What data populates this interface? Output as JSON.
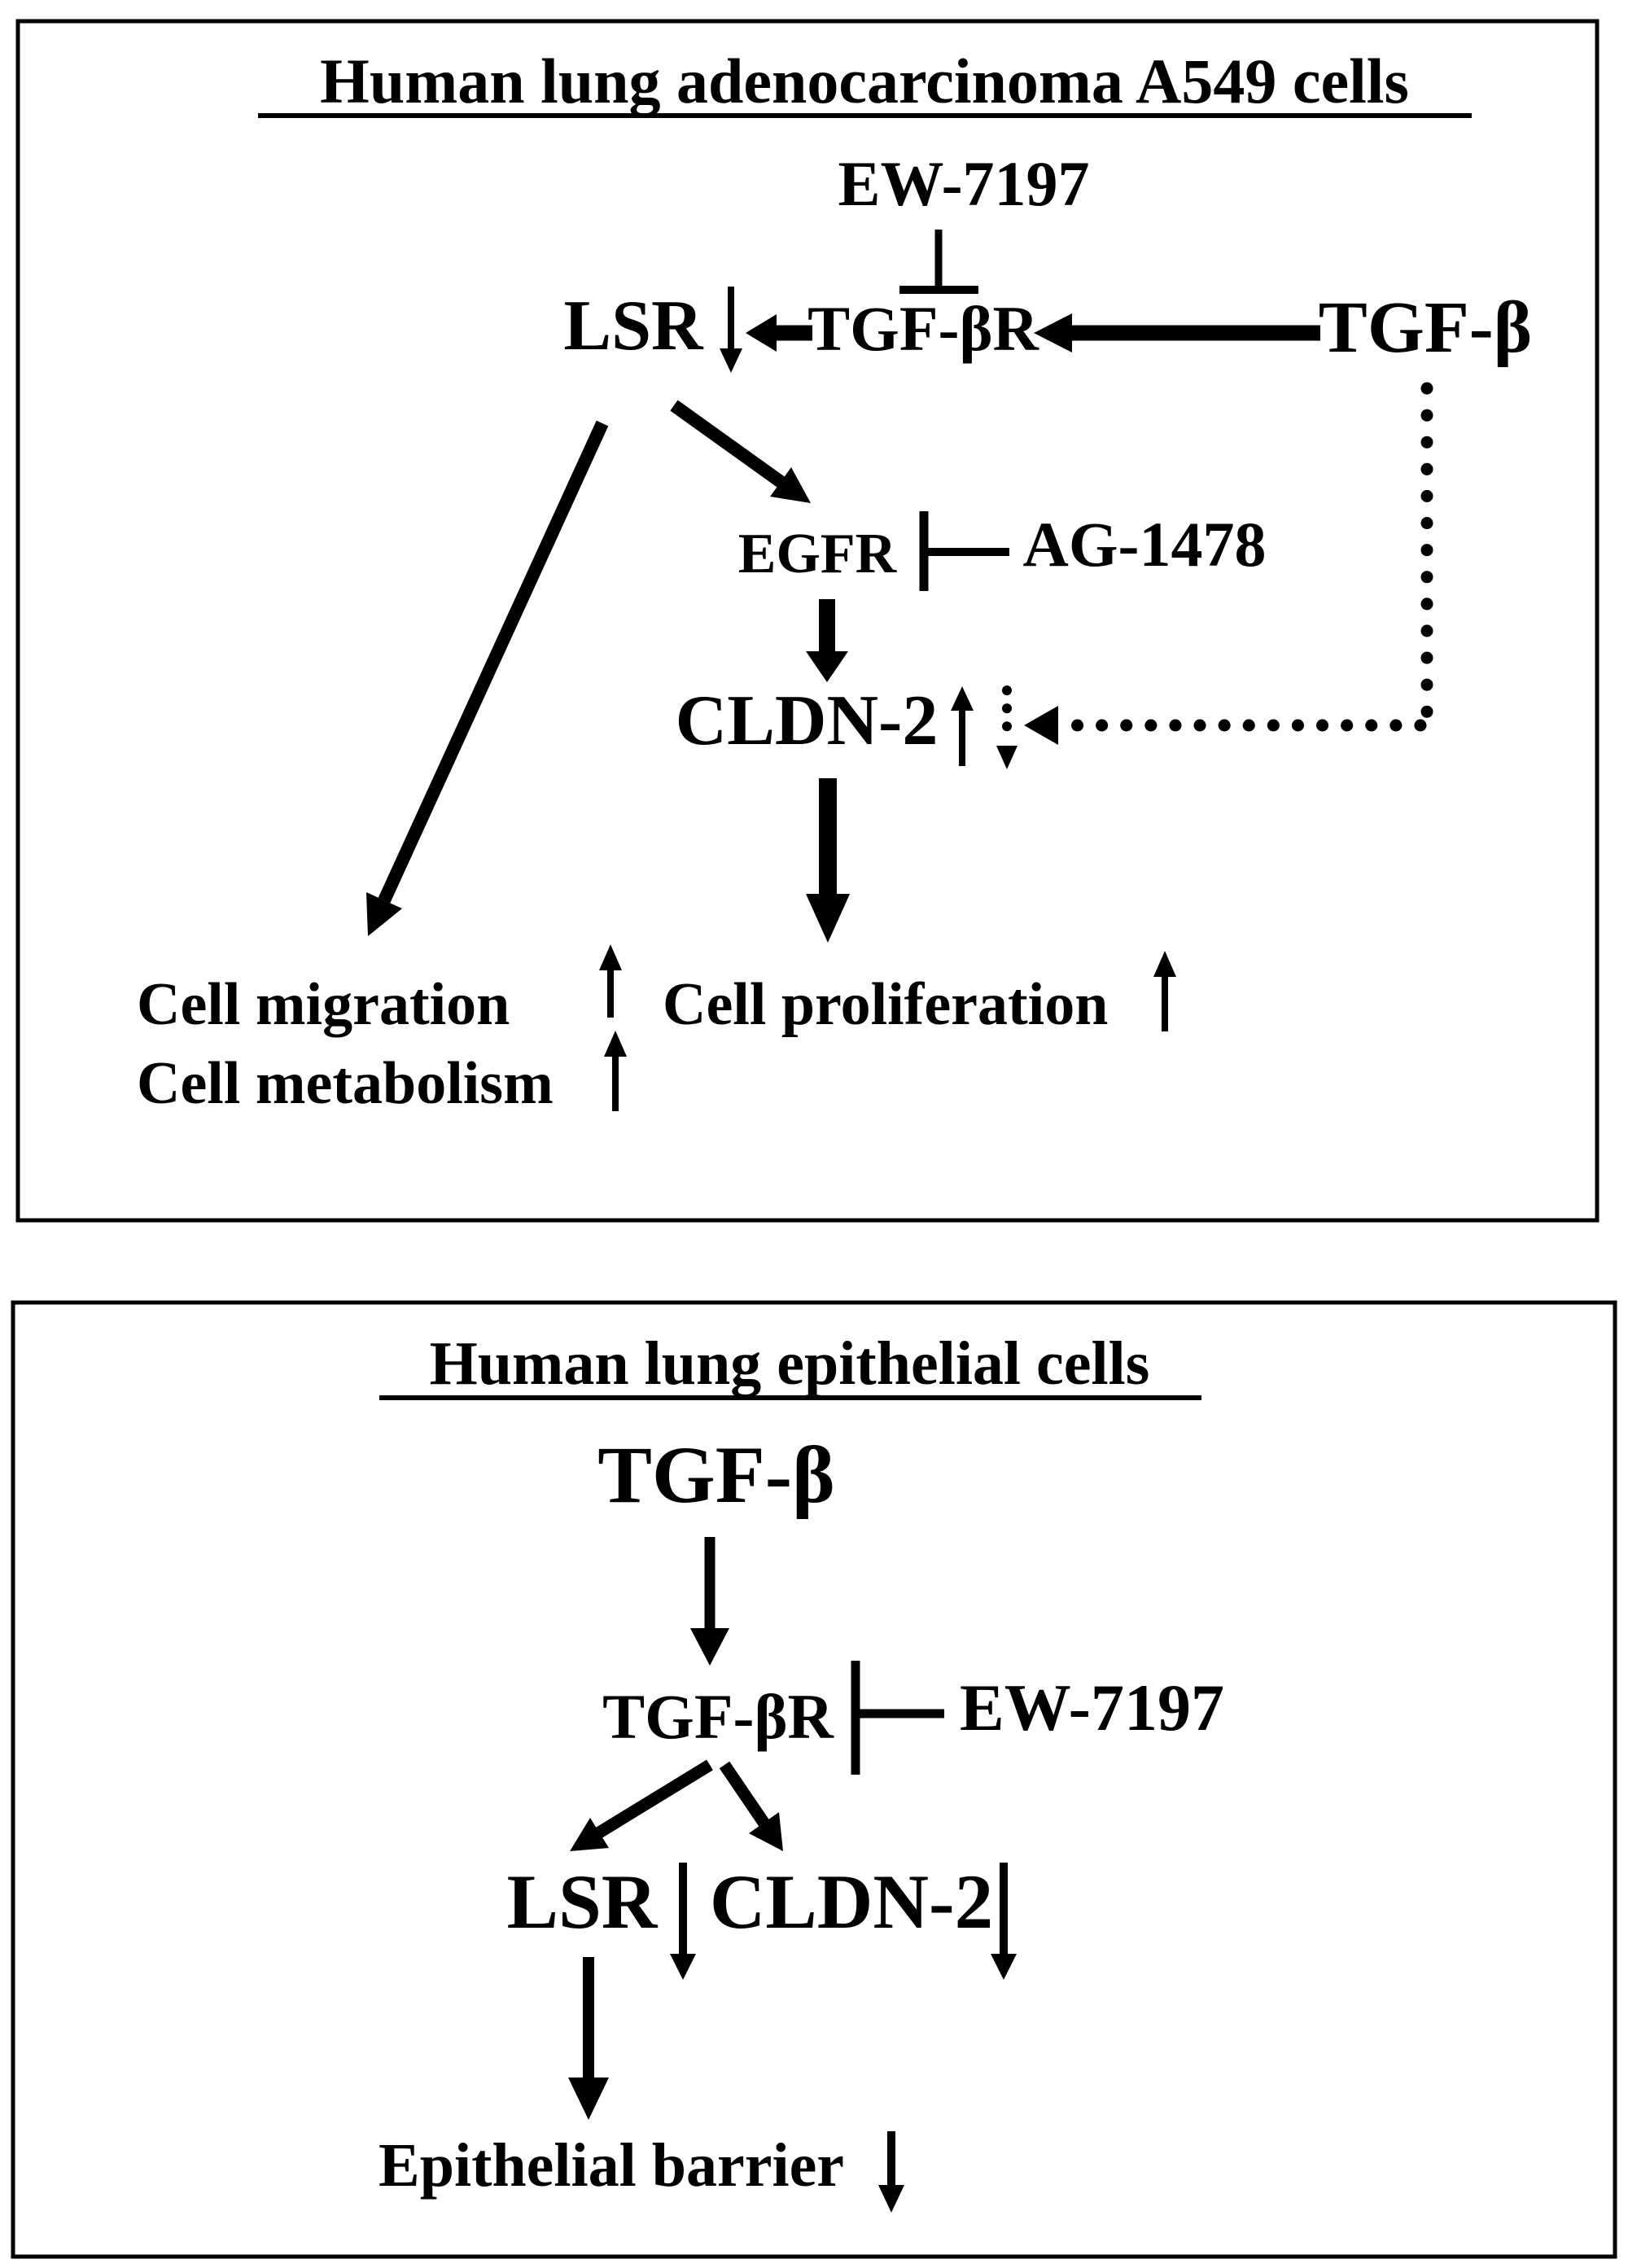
{
  "colors": {
    "ink": "#000000",
    "background": "#ffffff"
  },
  "panel1": {
    "title": "Human lung adenocarcinoma A549 cells",
    "nodes": {
      "ew7197": "EW-7197",
      "lsr": "LSR",
      "tgfbr": "TGF-βR",
      "tgfb": "TGF-β",
      "egfr": "EGFR",
      "ag1478": "AG-1478",
      "cldn2": "CLDN-2",
      "cell_migration": "Cell migration",
      "cell_metabolism": "Cell metabolism",
      "cell_proliferation": "Cell proliferation"
    },
    "indicators": [
      {
        "node": "LSR",
        "direction": "down",
        "style": "solid"
      },
      {
        "node": "CLDN-2",
        "direction": "up",
        "style": "solid"
      },
      {
        "node": "CLDN-2",
        "direction": "down",
        "style": "dotted"
      },
      {
        "node": "Cell migration",
        "direction": "up",
        "style": "solid"
      },
      {
        "node": "Cell metabolism",
        "direction": "up",
        "style": "solid"
      },
      {
        "node": "Cell proliferation",
        "direction": "up",
        "style": "solid"
      }
    ],
    "edges": [
      {
        "from": "EW-7197",
        "to": "TGF-βR",
        "type": "inhibition"
      },
      {
        "from": "TGF-β",
        "to": "TGF-βR",
        "type": "arrow"
      },
      {
        "from": "TGF-βR",
        "to": "LSR",
        "type": "arrow"
      },
      {
        "from": "LSR",
        "to": "Cell migration / Cell metabolism",
        "type": "arrow"
      },
      {
        "from": "LSR",
        "to": "EGFR",
        "type": "arrow"
      },
      {
        "from": "AG-1478",
        "to": "EGFR",
        "type": "inhibition"
      },
      {
        "from": "EGFR",
        "to": "CLDN-2",
        "type": "arrow"
      },
      {
        "from": "TGF-β",
        "to": "CLDN-2",
        "type": "dotted-arrow"
      },
      {
        "from": "CLDN-2",
        "to": "Cell proliferation",
        "type": "arrow"
      }
    ]
  },
  "panel2": {
    "title": "Human lung epithelial cells",
    "nodes": {
      "tgfb": "TGF-β",
      "tgfbr": "TGF-βR",
      "ew7197": "EW-7197",
      "lsr": "LSR",
      "cldn2": "CLDN-2",
      "epithelial_barrier": "Epithelial barrier"
    },
    "indicators": [
      {
        "node": "LSR",
        "direction": "down",
        "style": "solid"
      },
      {
        "node": "CLDN-2",
        "direction": "down",
        "style": "solid"
      },
      {
        "node": "Epithelial barrier",
        "direction": "down",
        "style": "solid"
      }
    ],
    "edges": [
      {
        "from": "TGF-β",
        "to": "TGF-βR",
        "type": "arrow"
      },
      {
        "from": "EW-7197",
        "to": "TGF-βR",
        "type": "inhibition"
      },
      {
        "from": "TGF-βR",
        "to": "LSR",
        "type": "arrow"
      },
      {
        "from": "TGF-βR",
        "to": "CLDN-2",
        "type": "arrow"
      },
      {
        "from": "LSR",
        "to": "Epithelial barrier",
        "type": "arrow"
      }
    ]
  }
}
